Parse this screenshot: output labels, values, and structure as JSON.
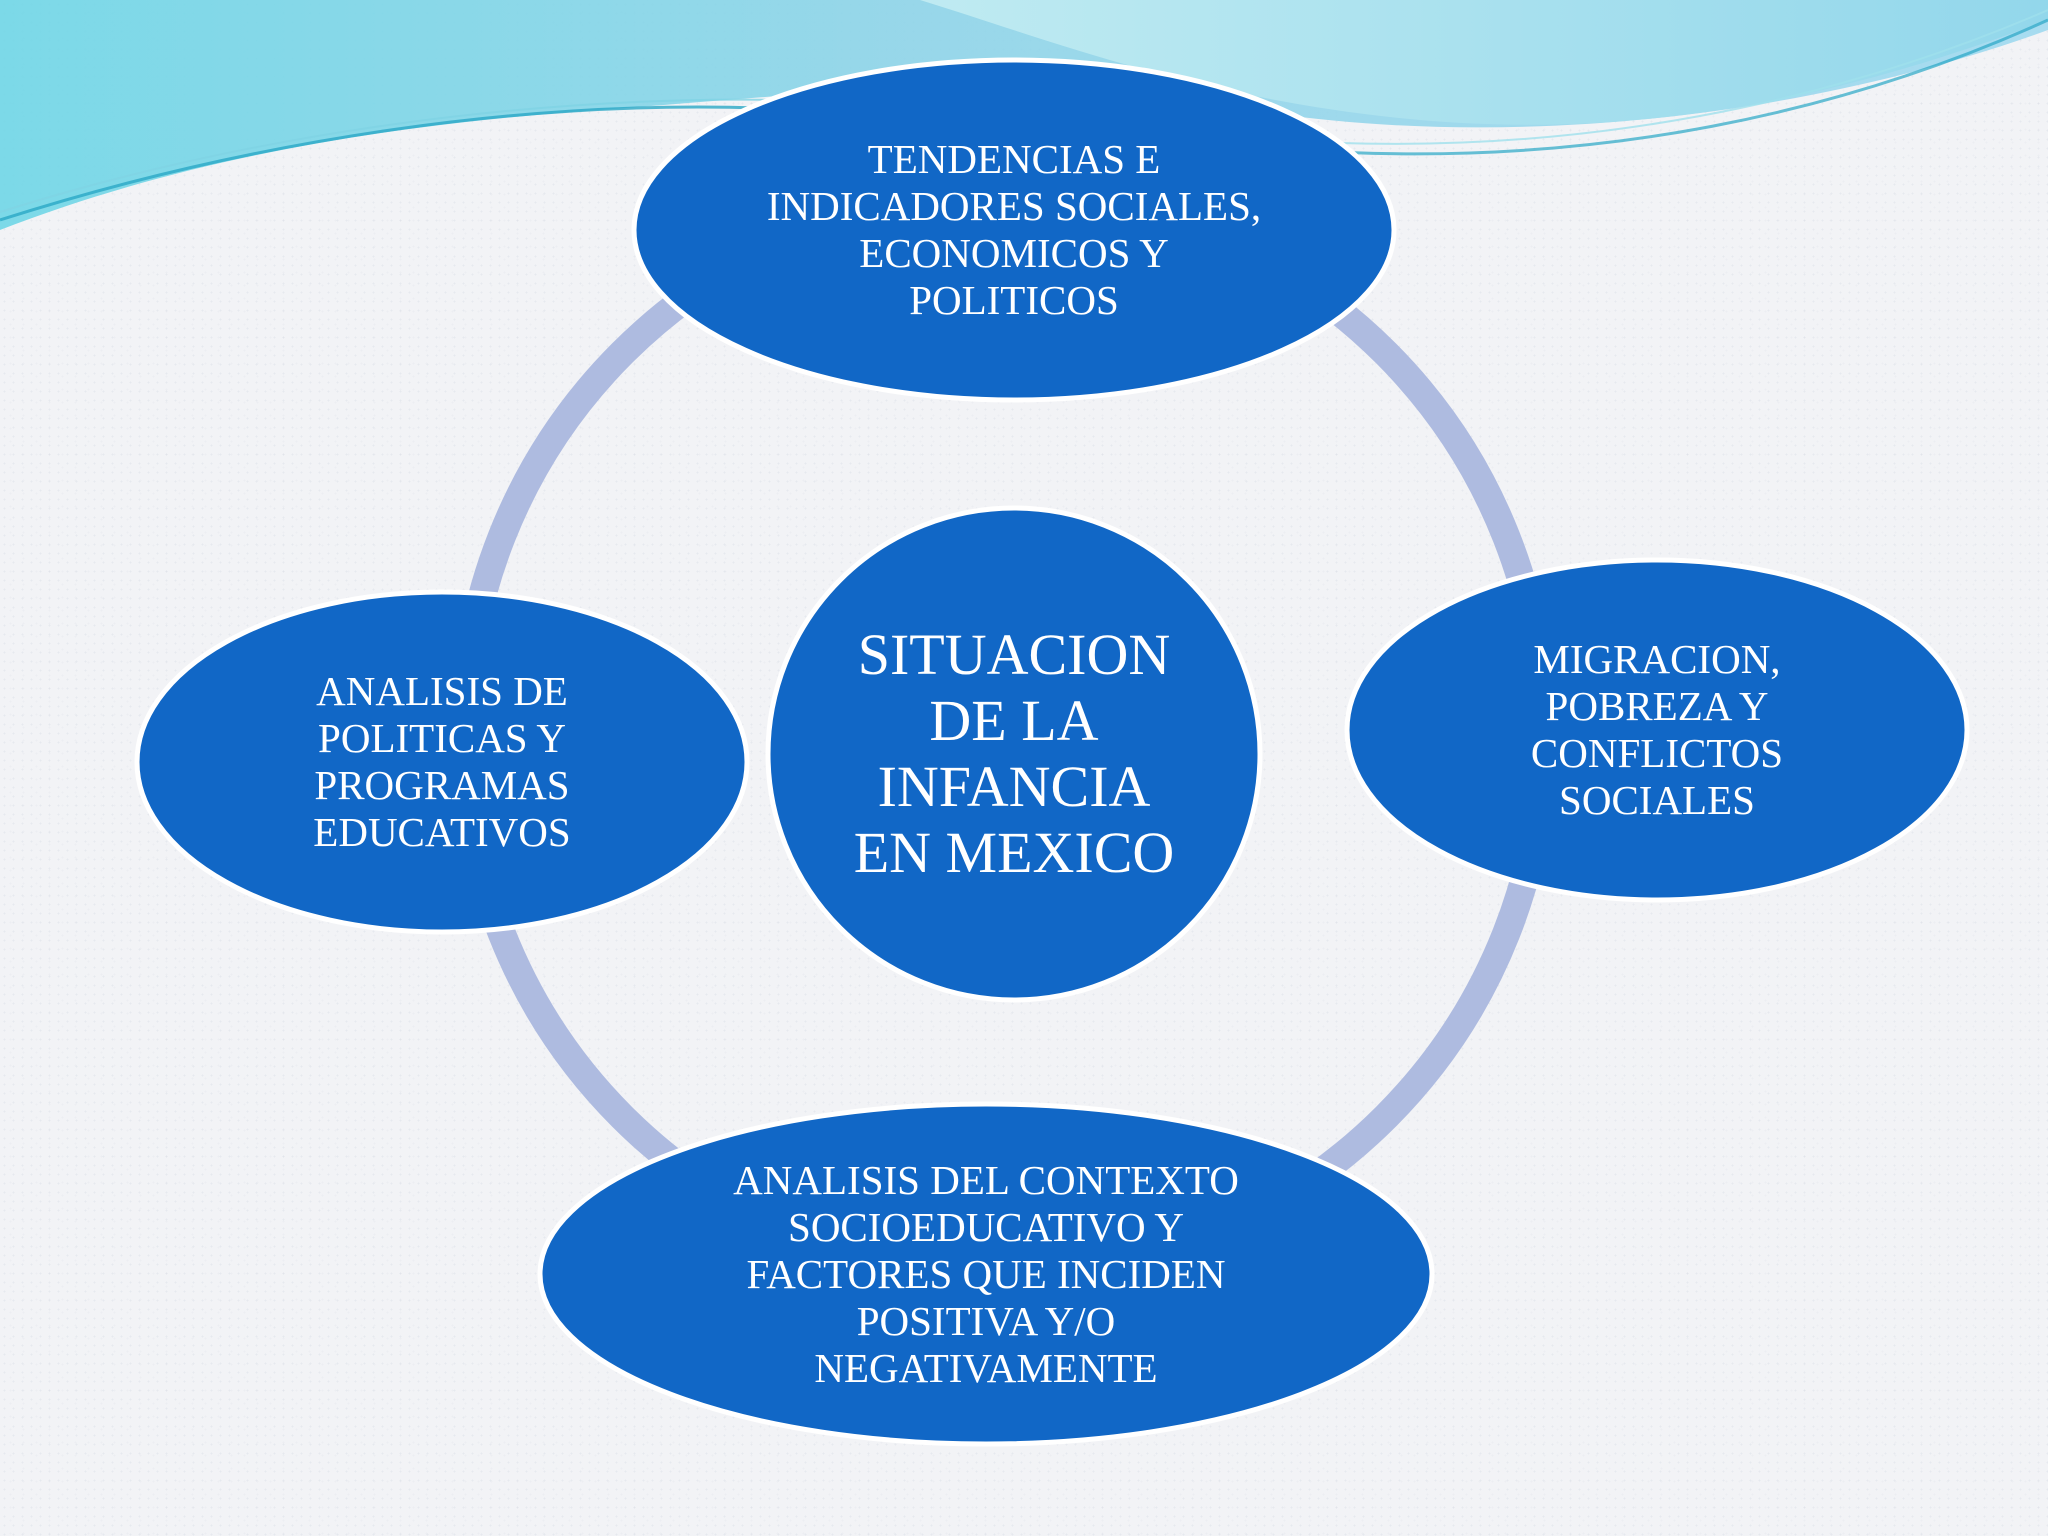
{
  "diagram": {
    "center": {
      "label": "SITUACION\nDE LA\nINFANCIA\nEN MEXICO"
    },
    "nodes": [
      {
        "id": "top",
        "label": "TENDENCIAS E\nINDICADORES SOCIALES,\nECONOMICOS Y\nPOLITICOS"
      },
      {
        "id": "right",
        "label": "MIGRACION,\nPOBREZA Y\nCONFLICTOS\nSOCIALES"
      },
      {
        "id": "bottom",
        "label": "ANALISIS DEL CONTEXTO\nSOCIOEDUCATIVO Y\nFACTORES QUE INCIDEN\nPOSITIVA Y/O\nNEGATIVAMENTE"
      },
      {
        "id": "left",
        "label": "ANALISIS  DE\nPOLITICAS Y\nPROGRAMAS\nEDUCATIVOS"
      }
    ],
    "colors": {
      "node_fill": "#1167c6",
      "node_stroke": "#ffffff",
      "ring": "#aebbe0",
      "wave_light": "#a8e6ef",
      "wave_mid": "#5cc4dc",
      "wave_dark": "#1f9fc4"
    }
  }
}
